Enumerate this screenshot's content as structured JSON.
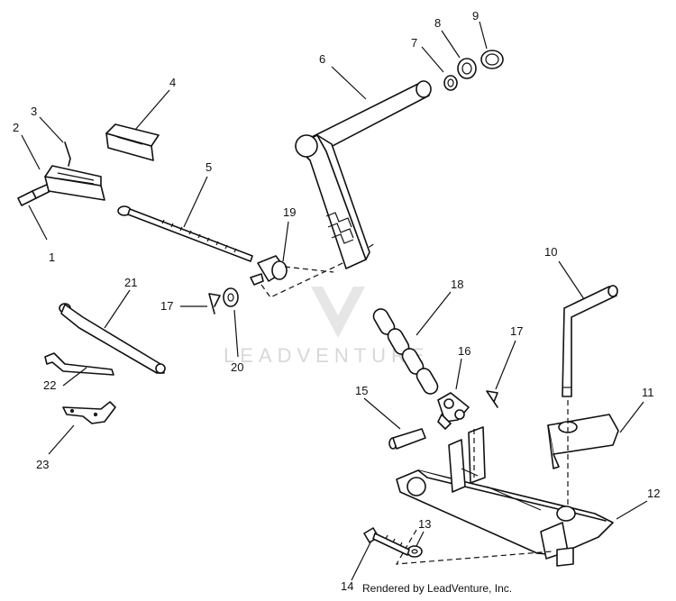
{
  "watermark": "LEADVENTURE",
  "footer": "Rendered by LeadVenture, Inc.",
  "callouts": {
    "c1": "1",
    "c2": "2",
    "c3": "3",
    "c4": "4",
    "c5": "5",
    "c6": "6",
    "c7": "7",
    "c8": "8",
    "c9": "9",
    "c10": "10",
    "c11": "11",
    "c12": "12",
    "c13": "13",
    "c14": "14",
    "c15": "15",
    "c16": "16",
    "c17a": "17",
    "c17b": "17",
    "c18": "18",
    "c19": "19",
    "c20": "20",
    "c21": "21",
    "c22": "22",
    "c23": "23"
  }
}
